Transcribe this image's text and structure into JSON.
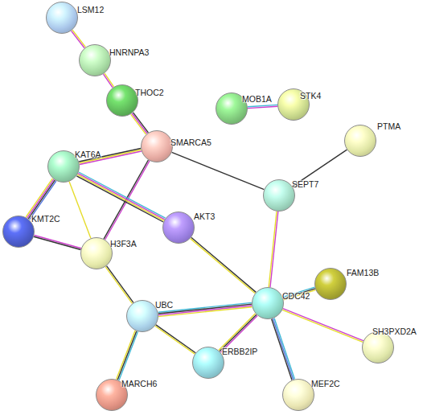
{
  "diagram": {
    "nodes": [
      {
        "text": [
          "LSM12"
        ]
      },
      {
        "text": [
          "HNRNPA3"
        ]
      },
      {
        "text": [
          "THOC2"
        ]
      },
      {
        "text": [
          "SMARCA5"
        ]
      },
      {
        "text": [
          "MOB1A"
        ]
      },
      {
        "text": [
          "STK4"
        ]
      },
      {
        "text": [
          "PTMA"
        ]
      },
      {
        "text": [
          "KAT6A"
        ]
      },
      {
        "text": [
          "SEPT7"
        ]
      },
      {
        "text": [
          "AKT3"
        ]
      },
      {
        "text": [
          "KMT2C"
        ]
      },
      {
        "text": [
          "H3F3A"
        ]
      },
      {
        "text": [
          "FAM13B"
        ]
      },
      {
        "text": [
          "CDC42"
        ]
      },
      {
        "text": [
          "UBC"
        ]
      },
      {
        "text": [
          "SH3PXD2A"
        ]
      },
      {
        "text": [
          "ERBB2IP"
        ]
      },
      {
        "text": [
          "MARCH6"
        ]
      },
      {
        "text": [
          "MEF2C"
        ]
      }
    ],
    "edges": [
      {
        "from": 0,
        "to": 1,
        "arrow": "none"
      },
      {
        "from": 1,
        "to": 2,
        "arrow": "none"
      },
      {
        "from": 2,
        "to": 3,
        "arrow": "none"
      },
      {
        "from": 4,
        "to": 5,
        "arrow": "none"
      },
      {
        "from": 3,
        "to": 7,
        "arrow": "none"
      },
      {
        "from": 3,
        "to": 8,
        "arrow": "none"
      },
      {
        "from": 3,
        "to": 11,
        "arrow": "none"
      },
      {
        "from": 6,
        "to": 8,
        "arrow": "none"
      },
      {
        "from": 7,
        "to": 9,
        "arrow": "none"
      },
      {
        "from": 7,
        "to": 10,
        "arrow": "none"
      },
      {
        "from": 7,
        "to": 11,
        "arrow": "none"
      },
      {
        "from": 10,
        "to": 11,
        "arrow": "none"
      },
      {
        "from": 11,
        "to": 14,
        "arrow": "none"
      },
      {
        "from": 9,
        "to": 13,
        "arrow": "none"
      },
      {
        "from": 8,
        "to": 13,
        "arrow": "none"
      },
      {
        "from": 14,
        "to": 13,
        "arrow": "none"
      },
      {
        "from": 14,
        "to": 17,
        "arrow": "none"
      },
      {
        "from": 14,
        "to": 16,
        "arrow": "none"
      },
      {
        "from": 13,
        "to": 16,
        "arrow": "none"
      },
      {
        "from": 13,
        "to": 12,
        "arrow": "none"
      },
      {
        "from": 13,
        "to": 15,
        "arrow": "none"
      },
      {
        "from": 13,
        "to": 18,
        "arrow": "none"
      }
    ]
  }
}
